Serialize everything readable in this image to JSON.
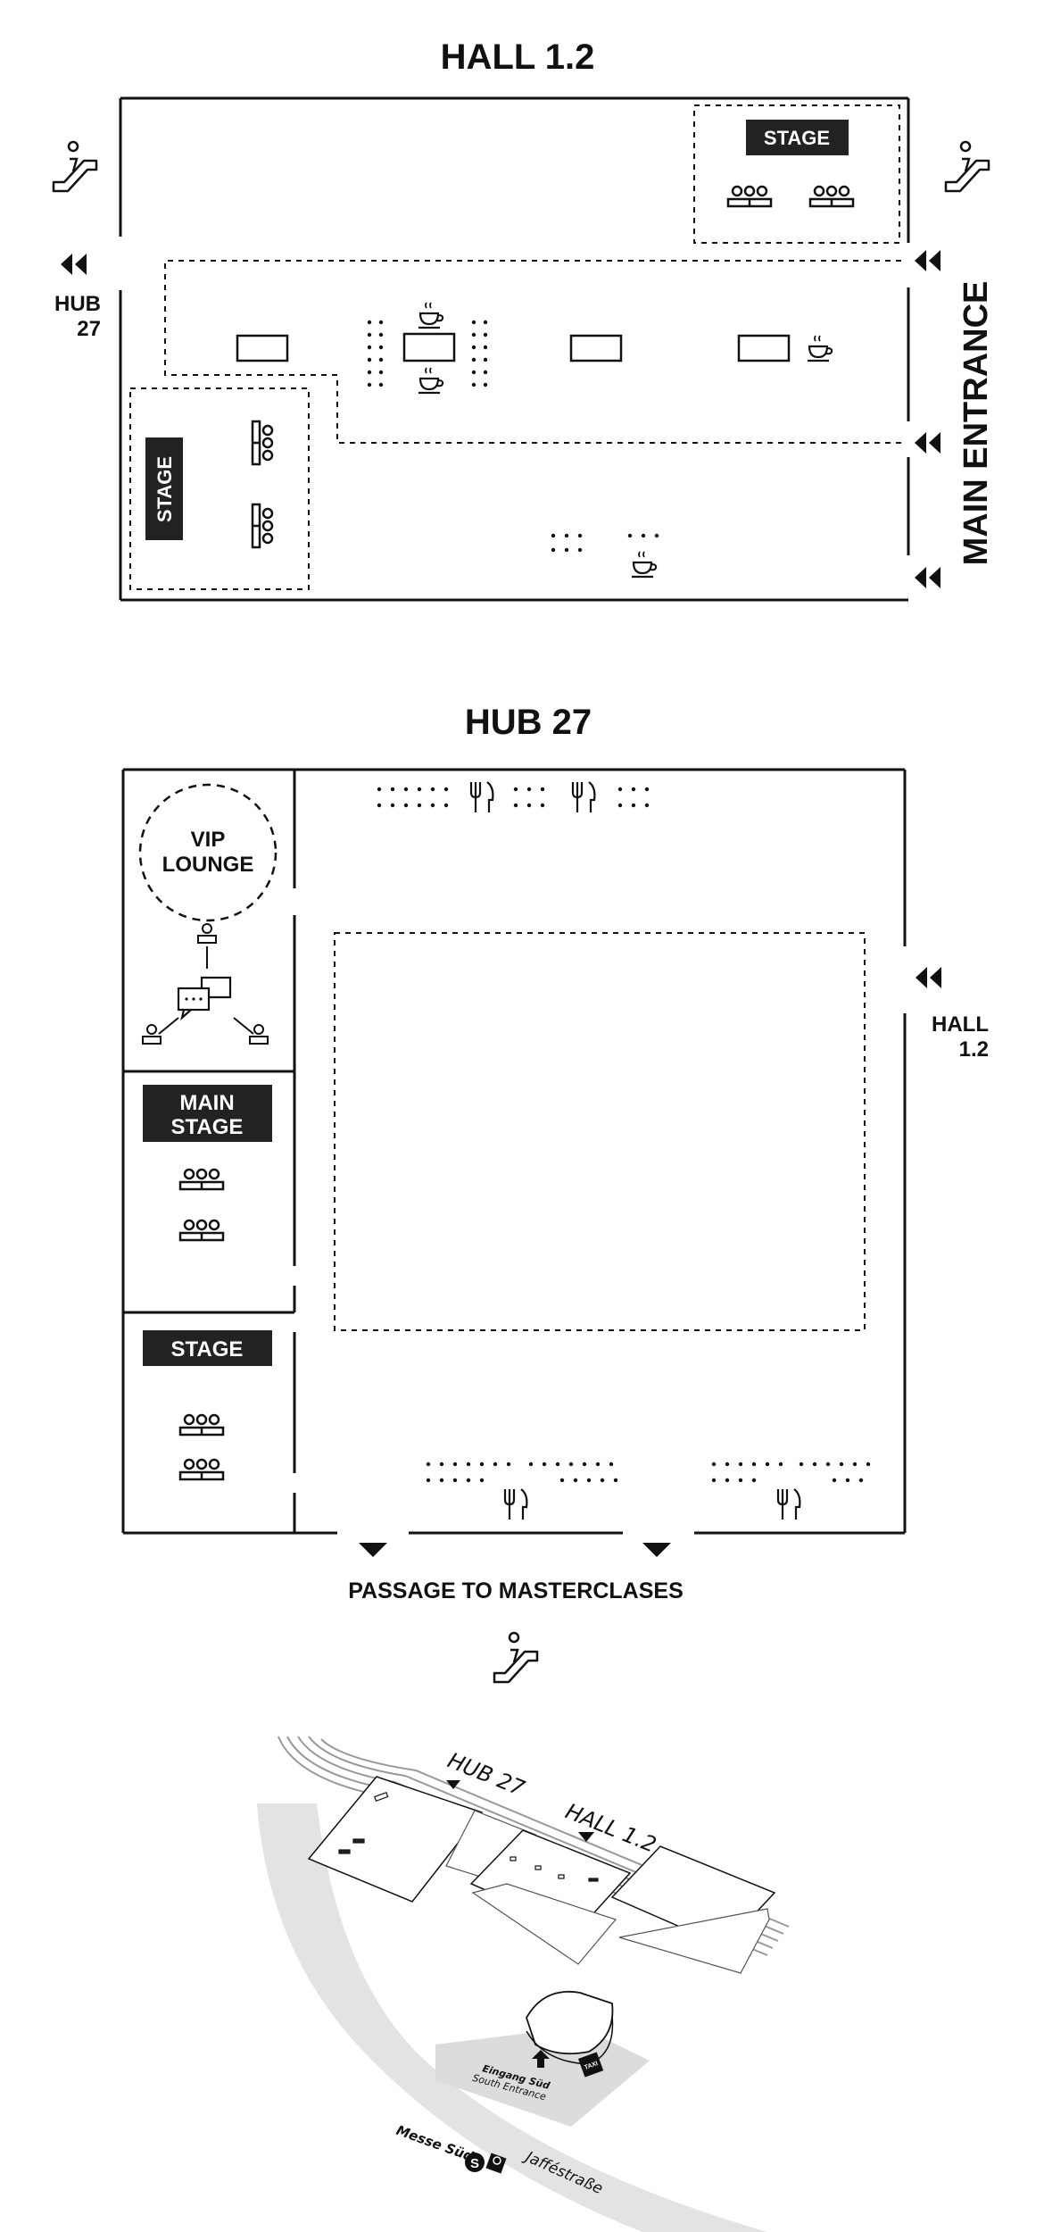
{
  "hall": {
    "title": "HALL 1.2",
    "stage_top": "STAGE",
    "stage_left": "STAGE",
    "hub_link_line1": "HUB",
    "hub_link_line2": "27",
    "main_entrance": "MAIN ENTRANCE"
  },
  "hub": {
    "title": "HUB 27",
    "vip_line1": "VIP",
    "vip_line2": "LOUNGE",
    "main_stage_line1": "MAIN",
    "main_stage_line2": "STAGE",
    "stage": "STAGE",
    "hall_link_line1": "HALL",
    "hall_link_line2": "1.2",
    "passage": "PASSAGE TO MASTERCLASES"
  },
  "overview": {
    "hub27": "HUB 27",
    "hall12": "HALL 1.2",
    "entrance_de": "Eingang Süd",
    "entrance_en": "South Entrance",
    "taxi": "TAXI",
    "station": "Messe Süd",
    "street": "Jafféstraße"
  },
  "icons": [
    "escalator-icon",
    "arrow-icon",
    "seating-icon",
    "coffee-icon",
    "restaurant-icon",
    "chat-icon",
    "person-icon",
    "taxi-icon",
    "s-bahn-icon",
    "wheelchair-icon"
  ],
  "colors": {
    "ink": "#111111",
    "road": "#e3e3e3",
    "plaza": "#dcdcdc"
  }
}
